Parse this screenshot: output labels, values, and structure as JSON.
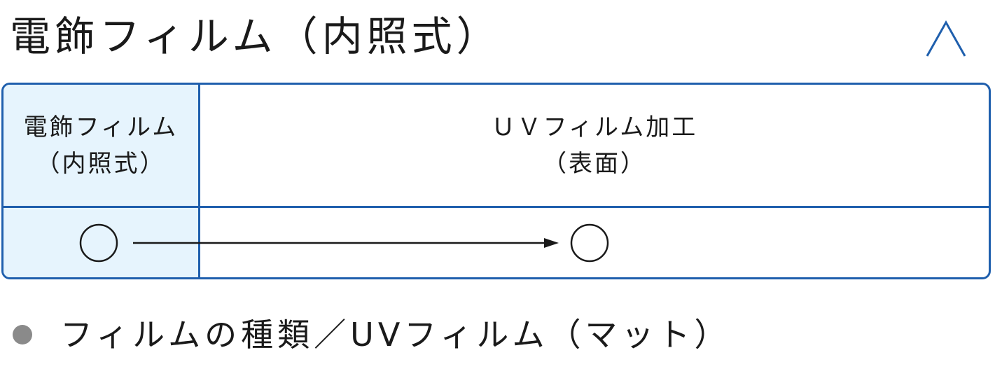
{
  "header": {
    "title": "電飾フィルム（内照式）",
    "toggle_icon": "chevron-up-icon"
  },
  "table": {
    "col1_header_line1": "電飾フィルム",
    "col1_header_line2": "（内照式）",
    "col2_header_line1": "ＵＶフィルム加工",
    "col2_header_line2": "（表面）",
    "row_mark_col1": "○",
    "row_mark_col2": "○",
    "arrow_icon": "arrow-right-icon"
  },
  "note": {
    "bullet_icon": "bullet-circle-icon",
    "text": "フィルムの種類／UVフィルム（マット）"
  },
  "colors": {
    "border": "#1f5fad",
    "header_fill": "#e6f4fd",
    "bullet": "#8a8a8a"
  }
}
